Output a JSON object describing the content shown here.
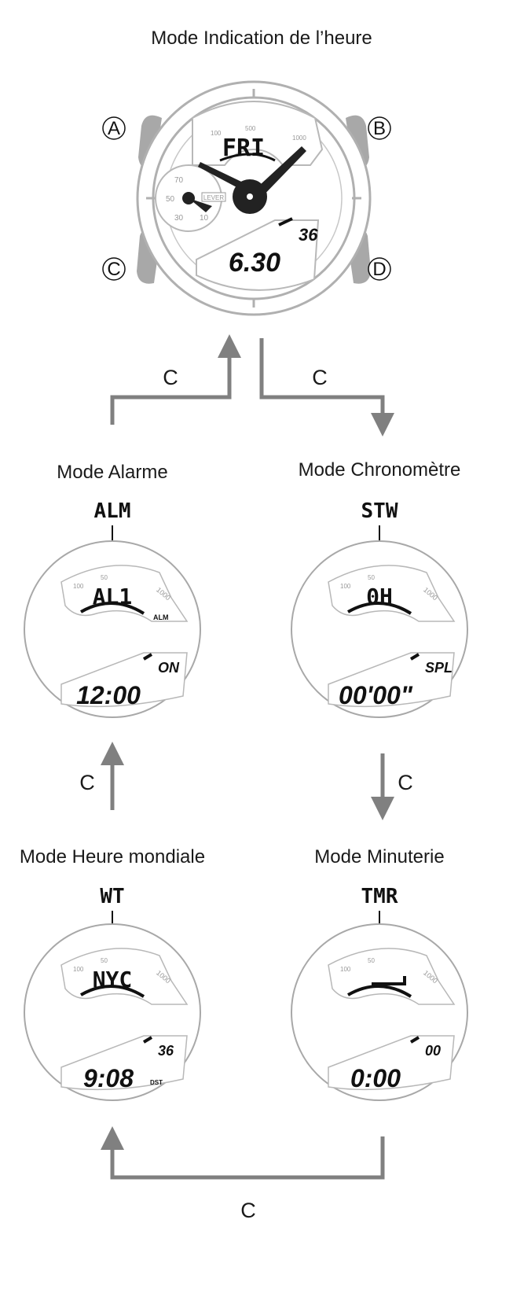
{
  "main_watch": {
    "title": "Mode Indication de l’heure",
    "day": "FRI",
    "date": "6.30",
    "seconds": "36",
    "scale_left": "100",
    "scale_mid": "500",
    "scale_right": "1000",
    "dial_label": "LEVER",
    "dial_numbers": [
      "70",
      "50",
      "30",
      "10"
    ],
    "buttons": {
      "a": "A",
      "b": "B",
      "c": "C",
      "d": "D"
    }
  },
  "modes": [
    {
      "title": "Mode Alarme",
      "display": "ALM",
      "upper": "AL1",
      "lower": "12:00",
      "small": "ON",
      "note": "ALM"
    },
    {
      "title": "Mode Chronomètre",
      "display": "STW",
      "upper": "0H",
      "lower": "00'00\"",
      "small": "SPL",
      "note": ""
    },
    {
      "title": "Mode Heure mondiale",
      "display": "WT",
      "upper": "NYC",
      "lower": "9:08",
      "small": "36",
      "note": "DST"
    },
    {
      "title": "Mode Minuterie",
      "display": "TMR",
      "upper": "",
      "lower": "0:00",
      "small": "00",
      "note": ""
    }
  ],
  "face_scale": {
    "left": "100",
    "mid": "50",
    "right": "1000"
  },
  "arrows": {
    "c1": "C",
    "c2": "C",
    "c3": "C",
    "c4": "C",
    "c5": "C"
  }
}
